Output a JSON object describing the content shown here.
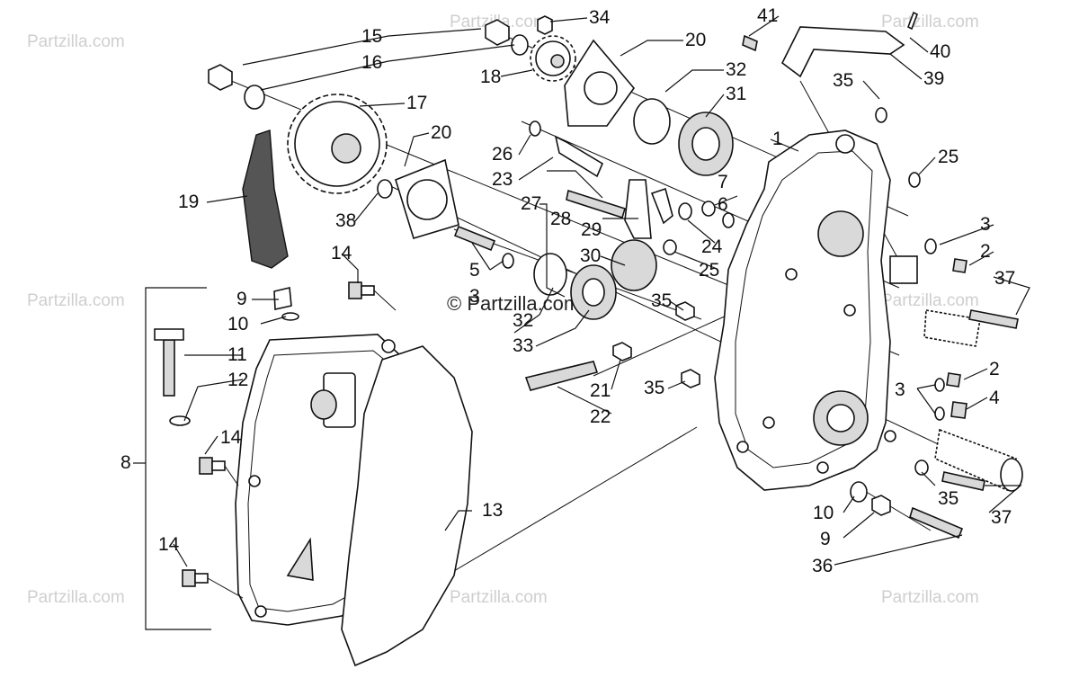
{
  "diagram": {
    "watermark_text": "Partzilla.com",
    "center_watermark": "© Partzilla.com",
    "callouts": [
      "1",
      "2",
      "3",
      "4",
      "5",
      "6",
      "7",
      "8",
      "9",
      "10",
      "11",
      "12",
      "13",
      "14",
      "15",
      "16",
      "17",
      "18",
      "19",
      "20",
      "21",
      "22",
      "23",
      "24",
      "25",
      "26",
      "27",
      "28",
      "29",
      "30",
      "31",
      "32",
      "33",
      "34",
      "35",
      "36",
      "37",
      "38",
      "39",
      "40",
      "41"
    ]
  }
}
